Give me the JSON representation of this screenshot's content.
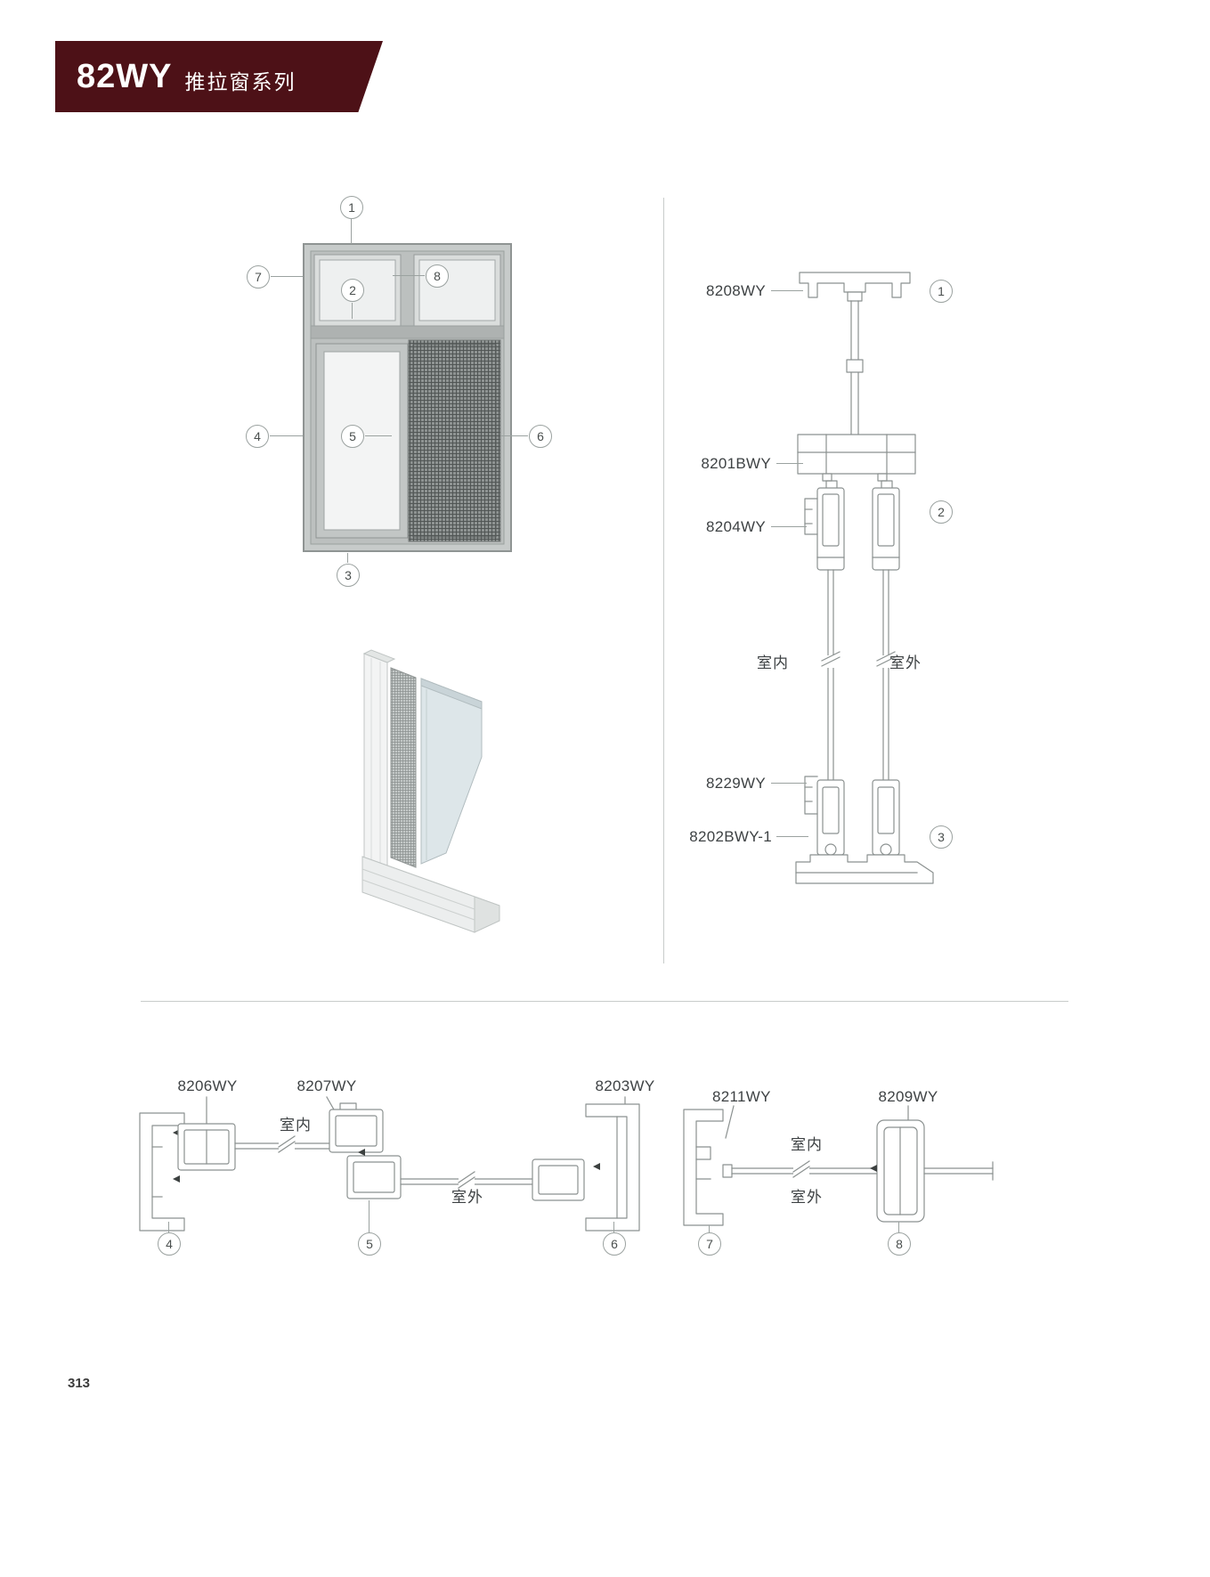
{
  "header": {
    "series_code": "82WY",
    "series_name": "推拉窗系列",
    "banner_color": "#4d1117"
  },
  "elevation_diagram": {
    "callouts": [
      "1",
      "2",
      "3",
      "4",
      "5",
      "6",
      "7",
      "8"
    ]
  },
  "vertical_section": {
    "part_labels": [
      "8208WY",
      "8201BWY",
      "8204WY",
      "8229WY",
      "8202BWY-1"
    ],
    "callouts": [
      "1",
      "2",
      "3"
    ],
    "indoor_label": "室内",
    "outdoor_label": "室外"
  },
  "horizontal_section_left": {
    "part_labels": [
      "8206WY",
      "8207WY",
      "8203WY"
    ],
    "callouts": [
      "4",
      "5",
      "6"
    ],
    "indoor_label": "室内",
    "outdoor_label": "室外"
  },
  "horizontal_section_right": {
    "part_labels": [
      "8211WY",
      "8209WY"
    ],
    "callouts": [
      "7",
      "8"
    ],
    "indoor_label": "室内",
    "outdoor_label": "室外"
  },
  "footer": {
    "page_number": "313"
  }
}
